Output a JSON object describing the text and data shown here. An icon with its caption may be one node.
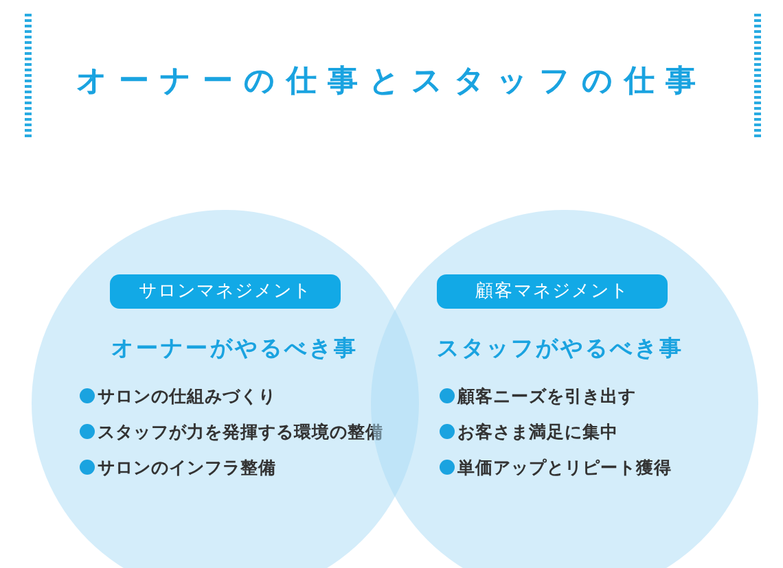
{
  "diagram": {
    "title": "オーナーの仕事とスタッフの仕事",
    "nodes": [
      {
        "text": [
          "オーナーがやるべき事",
          "サロンの仕組みづくり",
          "スタッフが力を発揮する環境の整備",
          "サロンのインフラ整備"
        ]
      },
      {
        "text": [
          "サロンマネジメント"
        ],
        "in": 0
      },
      {
        "text": [
          "スタッフがやるべき事",
          "顧客ニーズを引き出す",
          "お客さま満足に集中",
          "単価アップとリピート獲得"
        ]
      },
      {
        "text": [
          "顧客マネジメント"
        ],
        "in": 2
      }
    ]
  }
}
